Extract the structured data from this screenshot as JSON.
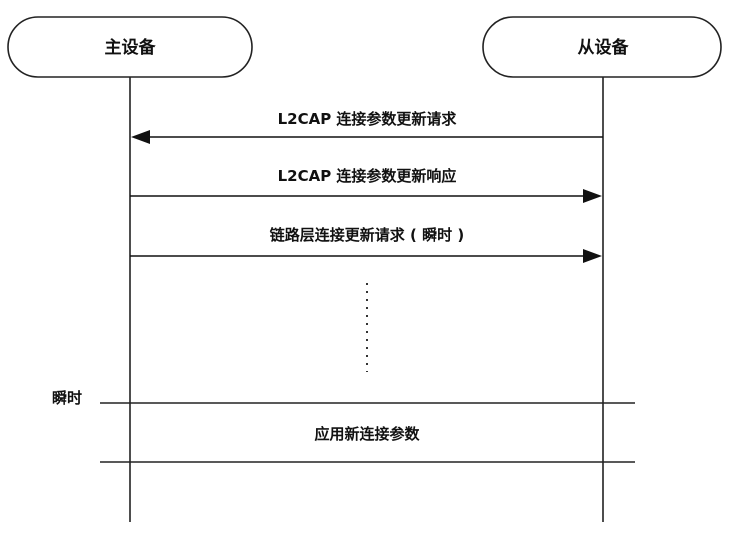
{
  "participants": {
    "master": {
      "label": "主设备"
    },
    "slave": {
      "label": "从设备"
    }
  },
  "messages": [
    {
      "label": "L2CAP 连接参数更新请求",
      "from": "slave",
      "to": "master"
    },
    {
      "label": "L2CAP 连接参数更新响应",
      "from": "master",
      "to": "slave"
    },
    {
      "label": "链路层连接更新请求 ( 瞬时 )",
      "from": "master",
      "to": "slave"
    }
  ],
  "instant_label": "瞬时",
  "apply_label": "应用新连接参数",
  "colors": {
    "line": "#222222",
    "text": "#111111",
    "background": "#ffffff"
  }
}
